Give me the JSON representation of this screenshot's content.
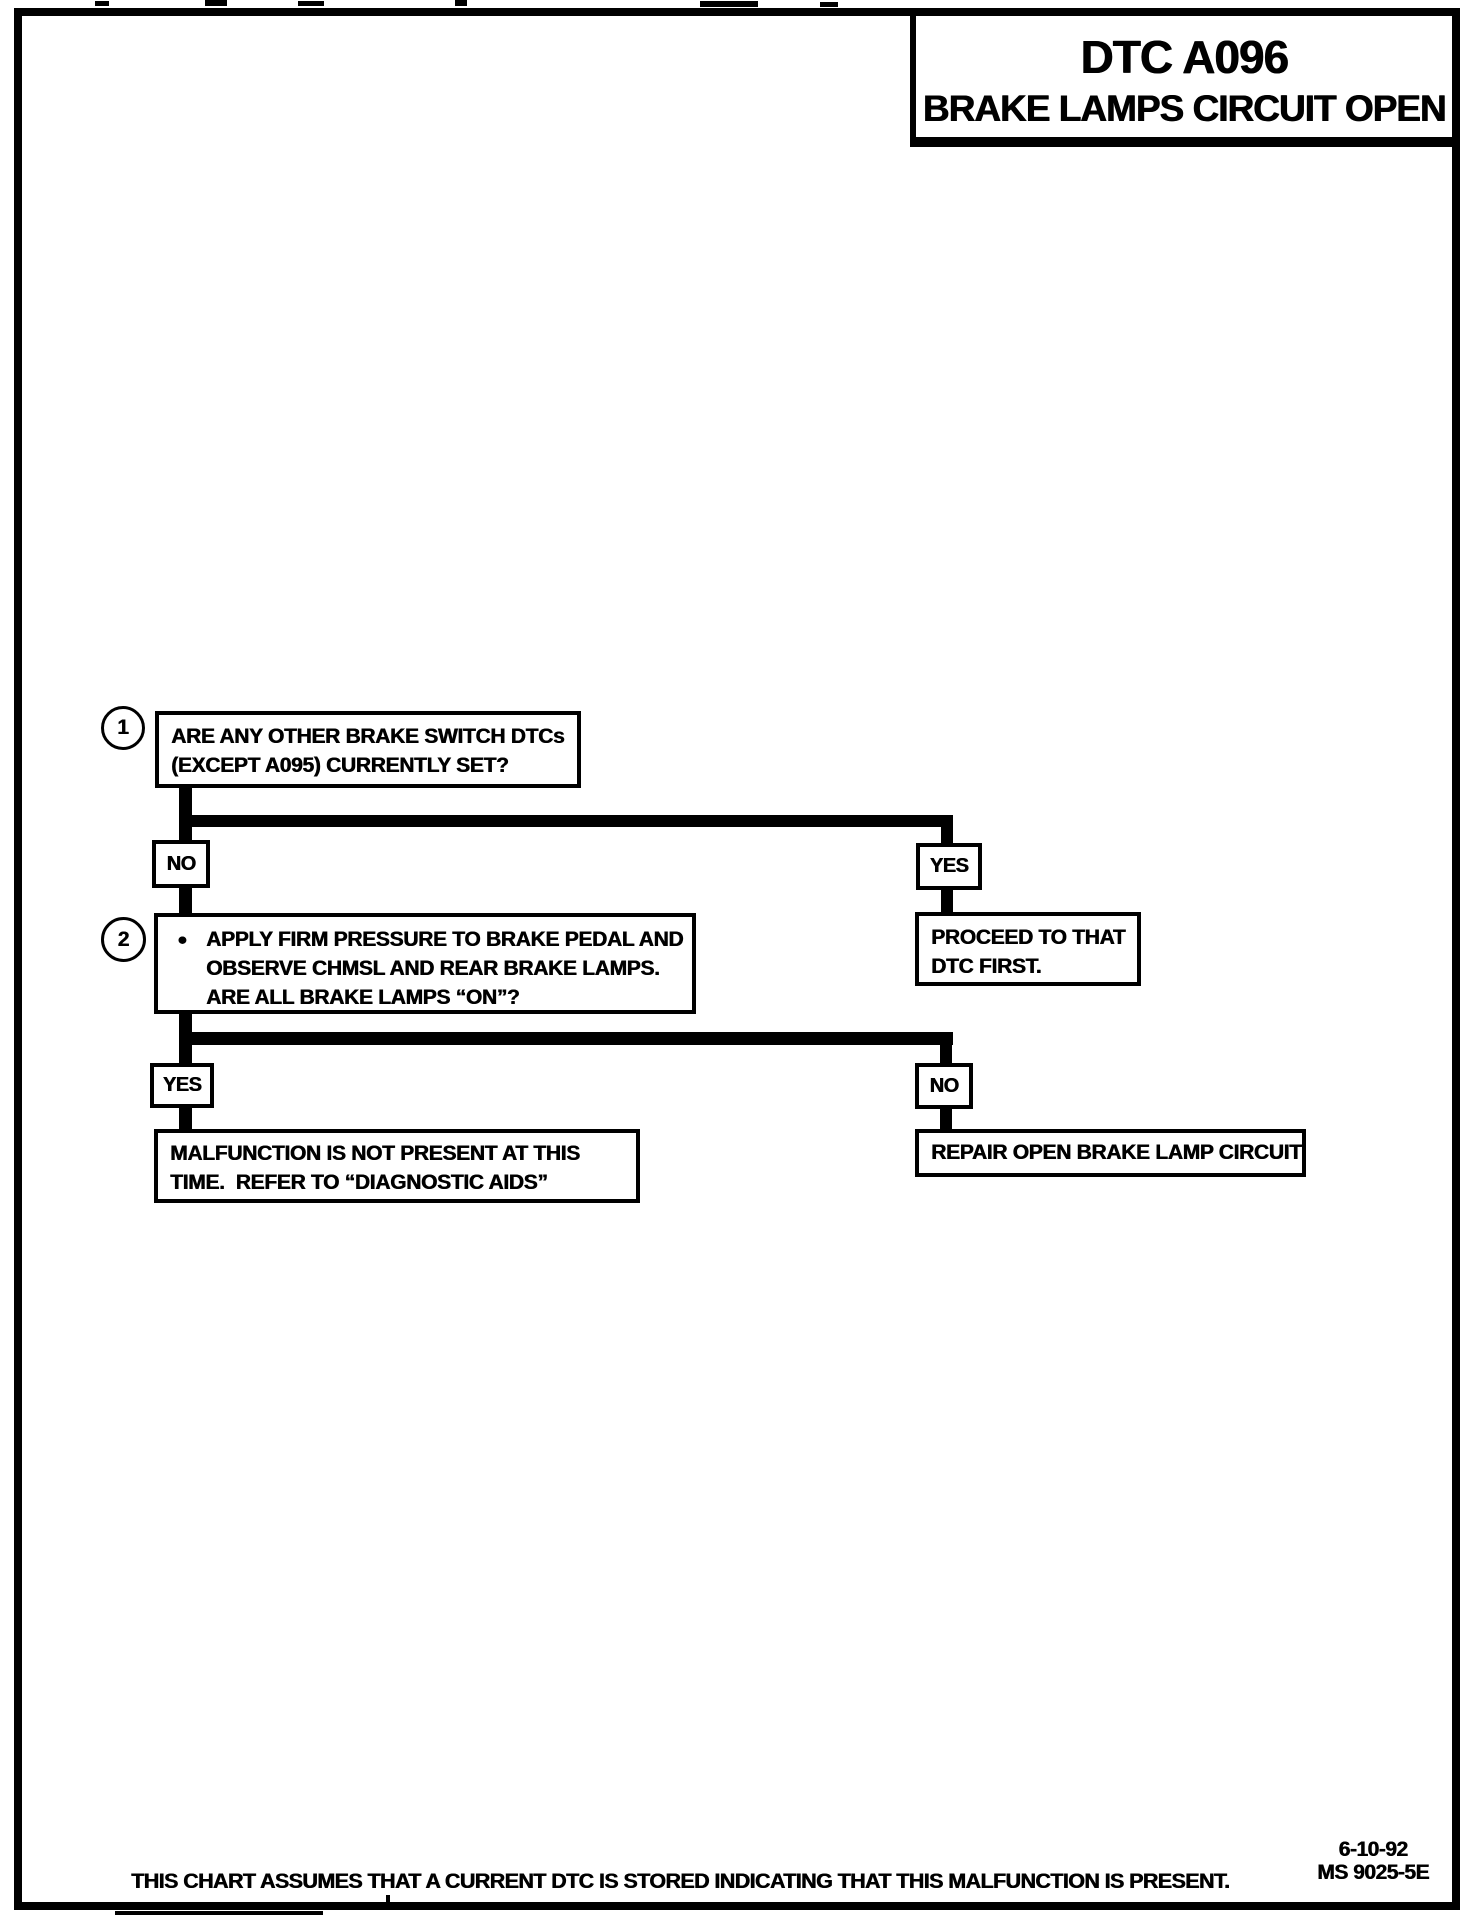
{
  "header": {
    "dtc_code": "DTC A096",
    "dtc_title": "BRAKE LAMPS CIRCUIT OPEN"
  },
  "flowchart": {
    "step1": {
      "number": "1",
      "line1": "ARE ANY OTHER BRAKE SWITCH DTCs",
      "line2": "(EXCEPT A095) CURRENTLY SET?"
    },
    "step1_no_label": "NO",
    "step1_yes_label": "YES",
    "proceed_box": {
      "line1": "PROCEED TO THAT",
      "line2": "DTC FIRST."
    },
    "step2": {
      "number": "2",
      "bullet": "●",
      "line1": "APPLY FIRM PRESSURE TO BRAKE PEDAL AND",
      "line2": "OBSERVE CHMSL AND REAR BRAKE LAMPS.",
      "line3": "ARE ALL BRAKE LAMPS “ON”?"
    },
    "step2_yes_label": "YES",
    "step2_no_label": "NO",
    "malfunction_box": {
      "line1": "MALFUNCTION IS NOT PRESENT AT THIS",
      "line2": "TIME.  REFER TO “DIAGNOSTIC AIDS”"
    },
    "repair_box": {
      "label": "REPAIR OPEN BRAKE LAMP CIRCUIT"
    }
  },
  "footer": {
    "note": "THIS CHART ASSUMES THAT A CURRENT DTC IS STORED INDICATING THAT THIS MALFUNCTION IS PRESENT.",
    "revision_date": "6-10-92",
    "document_code": "MS 9025-5E"
  },
  "colors": {
    "ink": "#000000",
    "paper": "#ffffff"
  }
}
